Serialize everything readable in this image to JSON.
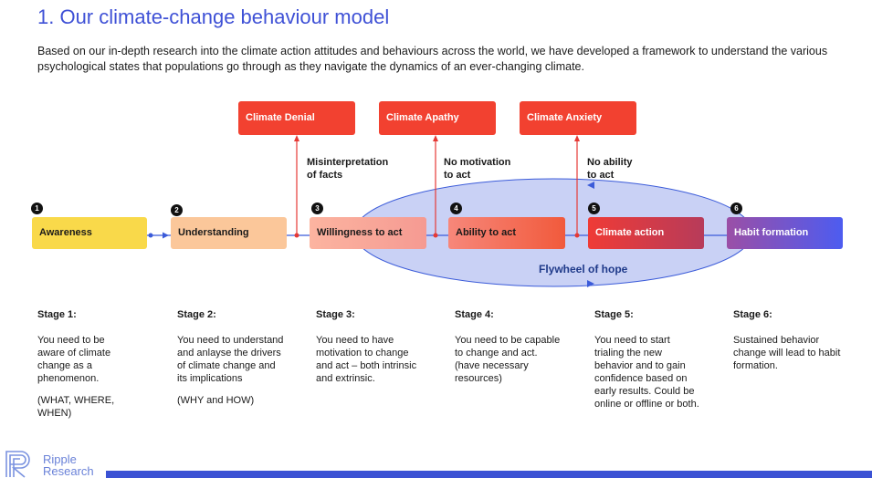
{
  "title": "1. Our climate-change behaviour model",
  "intro": "Based on our in-depth research into the climate action attitudes and behaviours across the world, we have developed a framework to understand the various psychological states that populations go through as they navigate the dynamics of an ever-changing climate.",
  "stages": [
    {
      "number": "1",
      "label": "Awareness",
      "color": "#f9d94a"
    },
    {
      "number": "2",
      "label": "Understanding",
      "color": "#fbc79a"
    },
    {
      "number": "3",
      "label": "Willingness to act",
      "color": "#f7a79a"
    },
    {
      "number": "4",
      "label": "Ability to act",
      "color": "#f26a4e"
    },
    {
      "number": "5",
      "label": "Climate action",
      "color": "#e8414a"
    },
    {
      "number": "6",
      "label": "Habit formation",
      "color": "#7a5be0"
    }
  ],
  "outcomes": [
    {
      "label": "Climate Denial",
      "connector": [
        "Misinterpretation",
        "of facts"
      ]
    },
    {
      "label": "Climate Apathy",
      "connector": [
        "No motivation",
        "to act"
      ]
    },
    {
      "label": "Climate Anxiety",
      "connector": [
        "No ability",
        "to act"
      ]
    }
  ],
  "flywheel_label": "Flywheel of hope",
  "descriptions": [
    {
      "heading": "Stage 1:",
      "paragraphs": [
        "You need to be aware of climate change as a phenomenon.",
        "(WHAT, WHERE, WHEN)"
      ]
    },
    {
      "heading": "Stage 2:",
      "paragraphs": [
        "You need to understand and anlayse the drivers of climate change and its implications",
        "(WHY and HOW)"
      ]
    },
    {
      "heading": "Stage 3:",
      "paragraphs": [
        "You need to have motivation to change and act – both intrinsic and extrinsic."
      ]
    },
    {
      "heading": "Stage 4:",
      "paragraphs": [
        "You need to be capable to change and act. (have necessary resources)"
      ]
    },
    {
      "heading": "Stage 5:",
      "paragraphs": [
        "You need to start trialing the new behavior and to gain confidence based on early results. Could be online or offline or both."
      ]
    },
    {
      "heading": "Stage 6:",
      "paragraphs": [
        "Sustained behavior change will lead to habit formation."
      ]
    }
  ],
  "logo": {
    "line1": "Ripple",
    "line2": "Research"
  },
  "colors": {
    "title": "#3f51d6",
    "outcome": "#f24130",
    "connector_line": "#3b5bd9",
    "outcome_line": "#e53935",
    "flywheel_fill": "#c9d1f5",
    "footer": "#3b52d4"
  }
}
